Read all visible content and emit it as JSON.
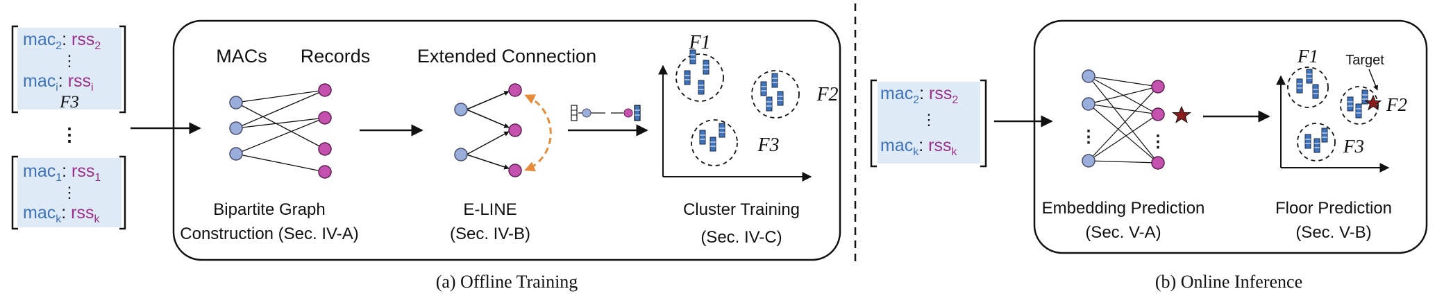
{
  "colors": {
    "mac": "#3f72b8",
    "rss": "#9b2f8a",
    "highlight": "#deeaf6",
    "mac_node": "#9aaedb",
    "record_node": "#c451ad",
    "extended_edge": "#e58b3a",
    "target_star": "#8b1c1c",
    "stroke": "#111111"
  },
  "left_input": {
    "group_top": {
      "row1": {
        "mac_base": "mac",
        "mac_sub": "2",
        "rss_base": "rss",
        "rss_sub": "2"
      },
      "dots": "⋮",
      "row2": {
        "mac_base": "mac",
        "mac_sub": "i",
        "rss_base": "rss",
        "rss_sub": "i"
      },
      "floor_label": "F3"
    },
    "between_dots": "⋮",
    "group_bottom": {
      "row1": {
        "mac_base": "mac",
        "mac_sub": "1",
        "rss_base": "rss",
        "rss_sub": "1"
      },
      "dots": "⋮",
      "row2": {
        "mac_base": "mac",
        "mac_sub": "k",
        "rss_base": "rss",
        "rss_sub": "k"
      }
    }
  },
  "offline": {
    "heading_macs": "MACs",
    "heading_records": "Records",
    "heading_extended": "Extended Connection",
    "stage1_line1": "Bipartite Graph",
    "stage1_line2": "Construction (Sec. IV-A)",
    "stage2_line1": "E-LINE",
    "stage2_line2": "(Sec. IV-B)",
    "stage3_line1": "Cluster Training",
    "stage3_line2": "(Sec. IV-C)",
    "cluster_f1": "F1",
    "cluster_f2": "F2",
    "cluster_f3": "F3",
    "caption": "(a) Offline Training"
  },
  "online_input": {
    "row1": {
      "mac_base": "mac",
      "mac_sub": "2",
      "rss_base": "rss",
      "rss_sub": "2"
    },
    "dots": "⋮",
    "row2": {
      "mac_base": "mac",
      "mac_sub": "k",
      "rss_base": "rss",
      "rss_sub": "k"
    }
  },
  "online": {
    "stage1_line1": "Embedding Prediction",
    "stage1_line2": "(Sec. V-A)",
    "stage2_line1": "Floor Prediction",
    "stage2_line2": "(Sec. V-B)",
    "target_label": "Target",
    "cluster_f1": "F1",
    "cluster_f2": "F2",
    "cluster_f3": "F3",
    "bipartite_dots": "⋮",
    "caption": "(b) Online Inference"
  }
}
